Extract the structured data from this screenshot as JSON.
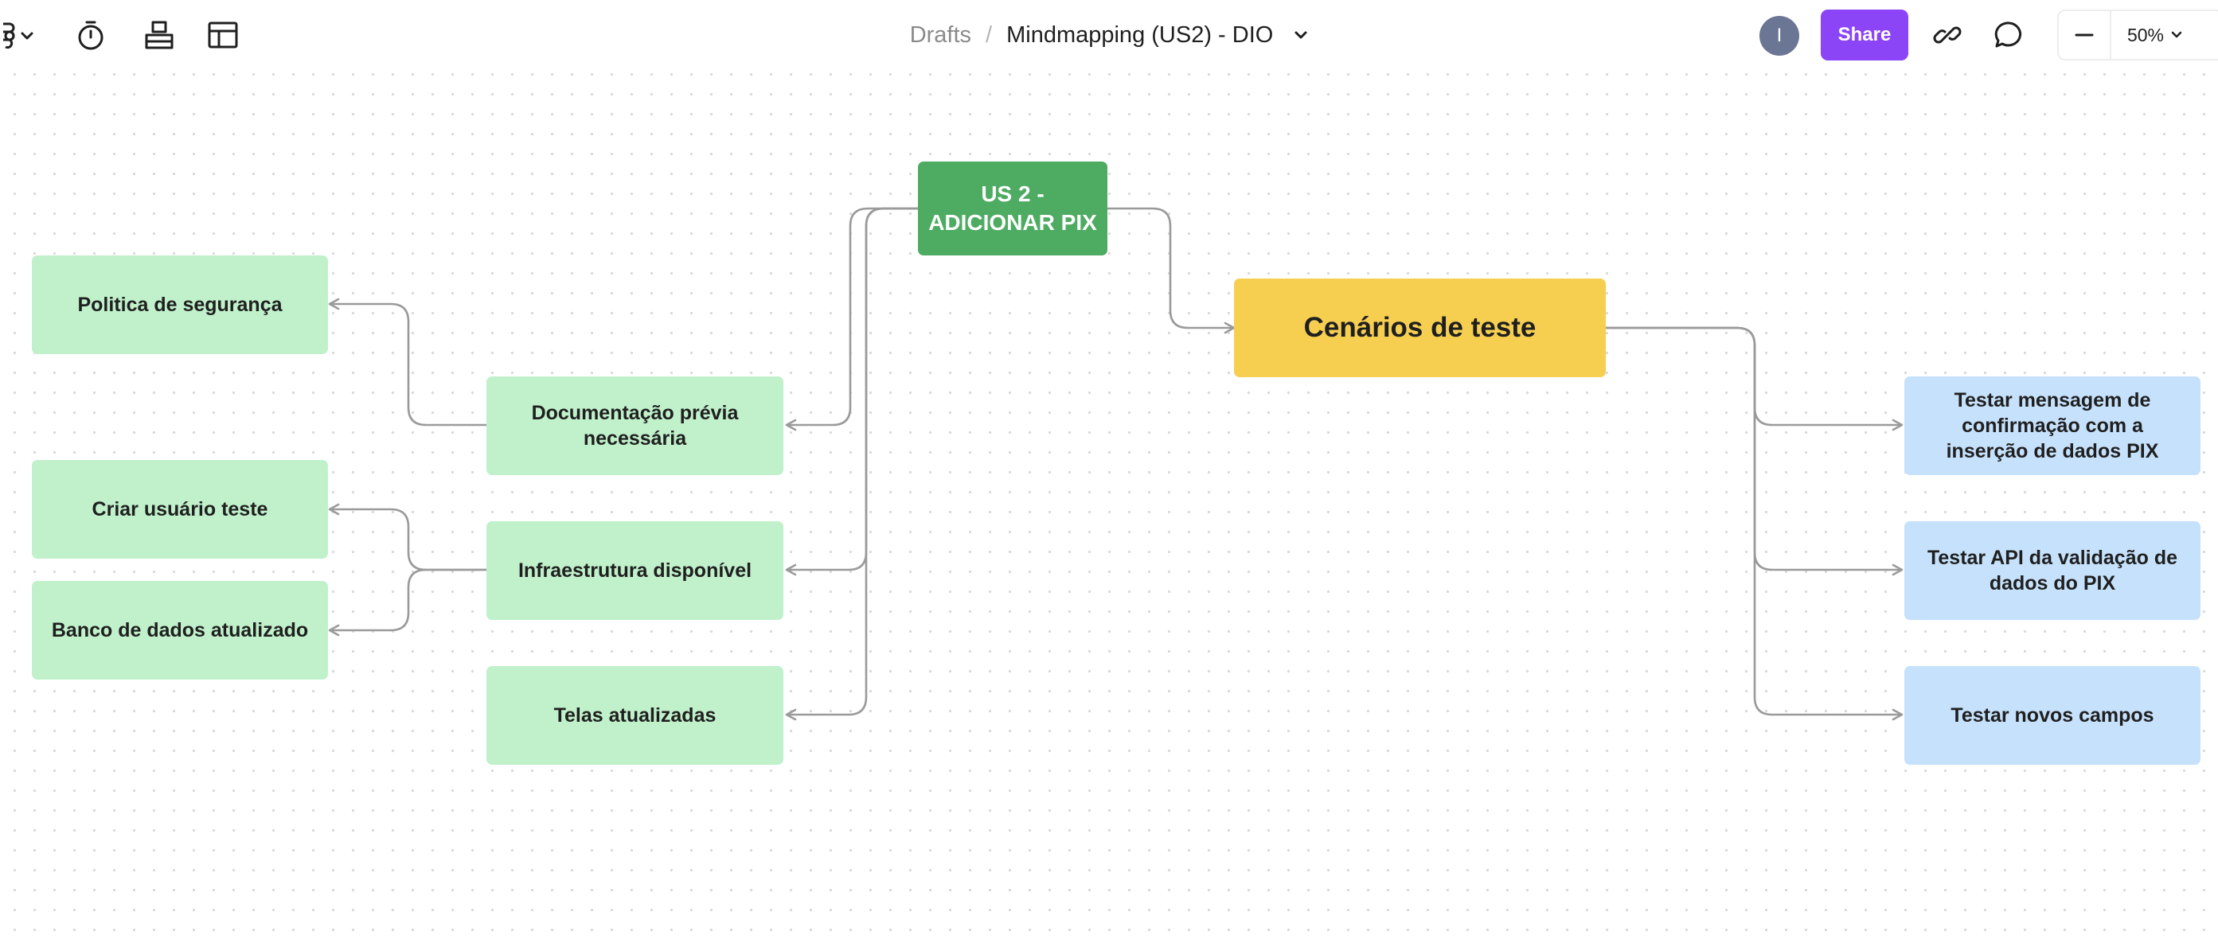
{
  "toolbar": {
    "left_icons": [
      "figma-menu-icon",
      "chevron-down-icon",
      "timer-icon",
      "stamp-icon",
      "layout-icon"
    ],
    "breadcrumb": {
      "drafts": "Drafts",
      "separator": "/",
      "title": "Mindmapping (US2) - DIO"
    },
    "avatar_initial": "I",
    "share_label": "Share",
    "right_icons": [
      "link-icon",
      "comment-icon"
    ],
    "zoom": {
      "minus_icon": "minus-icon",
      "level": "50%"
    }
  },
  "mindmap": {
    "root": {
      "label": "US 2 - ADICIONAR PIX",
      "color": "#4eab62"
    },
    "center": {
      "label": "Cenários de teste",
      "color": "#f6cf51"
    },
    "left_branches": [
      {
        "label": "Documentação prévia necessária",
        "children": [
          "Politica de segurança"
        ]
      },
      {
        "label": "Infraestrutura disponível",
        "children": [
          "Criar usuário teste",
          "Banco de dados atualizado"
        ]
      },
      {
        "label": "Telas atualizadas",
        "children": []
      }
    ],
    "right_branches": [
      {
        "label": "Testar mensagem de confirmação com a inserção de dados PIX"
      },
      {
        "label": "Testar API da validação de dados do PIX"
      },
      {
        "label": "Testar novos campos"
      }
    ],
    "colors": {
      "branch_green": "#c0f1cb",
      "branch_blue": "#c6e1fb",
      "connector": "#9a9a9a",
      "share_button": "#8b45f6"
    }
  }
}
